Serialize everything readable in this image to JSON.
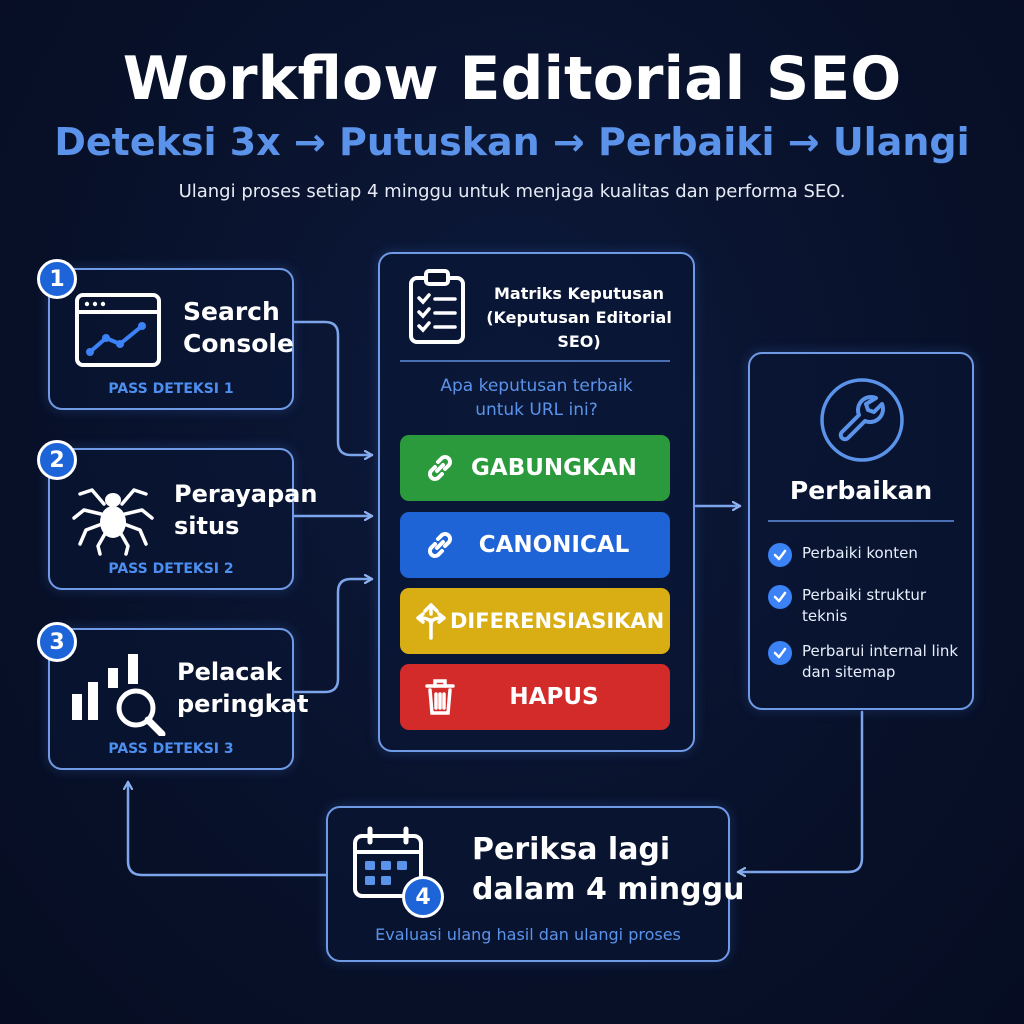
{
  "header": {
    "title": "Workflow Editorial SEO",
    "subtitle": "Deteksi 3x → Putuskan → Perbaiki → Ulangi",
    "tagline": "Ulangi proses setiap 4 minggu untuk menjaga kualitas dan performa SEO."
  },
  "sources": [
    {
      "number": "1",
      "line1": "Search",
      "line2": "Console",
      "pass": "PASS DETEKSI 1",
      "icon": "analytics-browser-icon"
    },
    {
      "number": "2",
      "line1": "Perayapan",
      "line2": "situs",
      "pass": "PASS DETEKSI 2",
      "icon": "spider-icon"
    },
    {
      "number": "3",
      "line1": "Pelacak",
      "line2": "peringkat",
      "pass": "PASS DETEKSI 3",
      "icon": "rank-search-icon"
    }
  ],
  "matrix": {
    "title_line1": "Matriks Keputusan",
    "title_line2": "(Keputusan Editorial SEO)",
    "question_line1": "Apa keputusan terbaik",
    "question_line2": "untuk URL ini?",
    "options": [
      {
        "label": "GABUNGKAN",
        "color": "#2a9a3c",
        "icon": "link-icon"
      },
      {
        "label": "CANONICAL",
        "color": "#1f64d6",
        "icon": "link-icon"
      },
      {
        "label": "DIFERENSIASIKAN",
        "color": "#d8ae14",
        "icon": "split-arrows-icon"
      },
      {
        "label": "HAPUS",
        "color": "#d32a2a",
        "icon": "trash-icon"
      }
    ]
  },
  "fix": {
    "title": "Perbaikan",
    "items": [
      {
        "line1": "Perbaiki konten",
        "line2": ""
      },
      {
        "line1": "Perbaiki struktur",
        "line2": "teknis"
      },
      {
        "line1": "Perbarui internal link",
        "line2": "dan sitemap"
      }
    ]
  },
  "recheck": {
    "line1": "Periksa lagi",
    "line2": "dalam 4 minggu",
    "caption": "Evaluasi ulang hasil dan ulangi proses",
    "badge": "4"
  },
  "colors": {
    "background": "#08112a",
    "border": "#6f9be6",
    "accent": "#5b93ea",
    "badge": "#1d64d8"
  }
}
